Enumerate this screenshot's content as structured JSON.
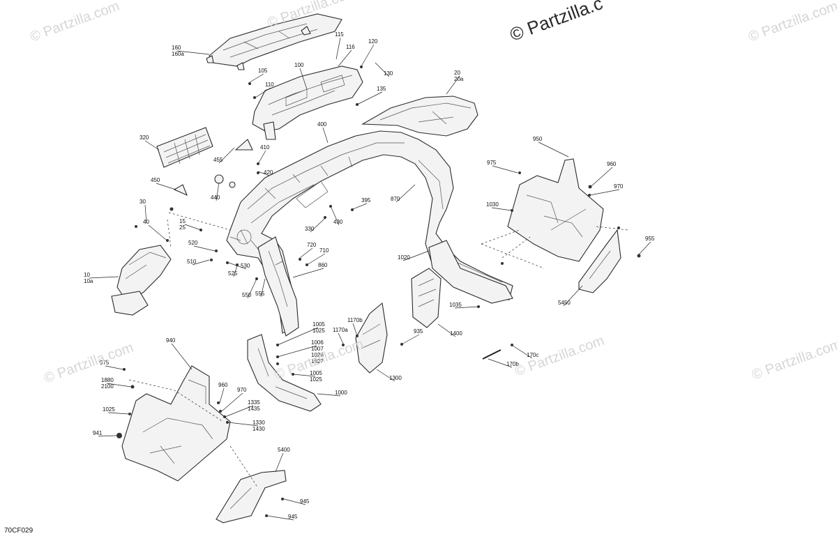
{
  "watermarks": {
    "brand": "© Partzilla.com",
    "top_right": "© Partzilla.c"
  },
  "diagram_code": "70CF029",
  "callouts": [
    {
      "id": "c160",
      "text": "160\n160a"
    },
    {
      "id": "c115",
      "text": "115"
    },
    {
      "id": "c116",
      "text": "116"
    },
    {
      "id": "c120",
      "text": "120"
    },
    {
      "id": "c130",
      "text": "130"
    },
    {
      "id": "c105",
      "text": "105"
    },
    {
      "id": "c100",
      "text": "100"
    },
    {
      "id": "c110",
      "text": "110"
    },
    {
      "id": "c135",
      "text": "135"
    },
    {
      "id": "c20",
      "text": "20\n20a"
    },
    {
      "id": "c400",
      "text": "400"
    },
    {
      "id": "c320",
      "text": "320"
    },
    {
      "id": "c455",
      "text": "455"
    },
    {
      "id": "c410",
      "text": "410"
    },
    {
      "id": "c420",
      "text": "420"
    },
    {
      "id": "c450",
      "text": "450"
    },
    {
      "id": "c440",
      "text": "440"
    },
    {
      "id": "c950",
      "text": "950"
    },
    {
      "id": "c975a",
      "text": "975"
    },
    {
      "id": "c960a",
      "text": "960"
    },
    {
      "id": "c970a",
      "text": "970"
    },
    {
      "id": "c1030",
      "text": "1030"
    },
    {
      "id": "c870",
      "text": "870"
    },
    {
      "id": "c395",
      "text": "395"
    },
    {
      "id": "c430",
      "text": "430"
    },
    {
      "id": "c330",
      "text": "330"
    },
    {
      "id": "c30",
      "text": "30"
    },
    {
      "id": "c40",
      "text": "40"
    },
    {
      "id": "c15",
      "text": "15\n25"
    },
    {
      "id": "c520",
      "text": "520"
    },
    {
      "id": "c510",
      "text": "510"
    },
    {
      "id": "c530",
      "text": "530"
    },
    {
      "id": "c525",
      "text": "525"
    },
    {
      "id": "c720",
      "text": "720"
    },
    {
      "id": "c710",
      "text": "710"
    },
    {
      "id": "c860",
      "text": "860"
    },
    {
      "id": "c10",
      "text": "10\n10a"
    },
    {
      "id": "c550",
      "text": "550"
    },
    {
      "id": "c555",
      "text": "555"
    },
    {
      "id": "c955",
      "text": "955"
    },
    {
      "id": "c1020",
      "text": "1020"
    },
    {
      "id": "c5450",
      "text": "5450"
    },
    {
      "id": "c1035",
      "text": "1035"
    },
    {
      "id": "c1005a",
      "text": "1005\n1025"
    },
    {
      "id": "c1170b",
      "text": "1170b"
    },
    {
      "id": "c1170a",
      "text": "1170a"
    },
    {
      "id": "c1006",
      "text": "1006\n1007\n1026\n1027"
    },
    {
      "id": "c935",
      "text": "935"
    },
    {
      "id": "c1400",
      "text": "1400"
    },
    {
      "id": "c940",
      "text": "940"
    },
    {
      "id": "c170c",
      "text": "170c"
    },
    {
      "id": "c170b",
      "text": "170b"
    },
    {
      "id": "c975b",
      "text": "975"
    },
    {
      "id": "c1300",
      "text": "1300"
    },
    {
      "id": "c1005b",
      "text": "1005\n1025"
    },
    {
      "id": "c1880",
      "text": "1880\n2100"
    },
    {
      "id": "c960b",
      "text": "960"
    },
    {
      "id": "c970b",
      "text": "970"
    },
    {
      "id": "c1000",
      "text": "1000"
    },
    {
      "id": "c1335",
      "text": "1335\n1435"
    },
    {
      "id": "c1025",
      "text": "1025"
    },
    {
      "id": "c1330",
      "text": "1330\n1430"
    },
    {
      "id": "c941",
      "text": "941"
    },
    {
      "id": "c5400",
      "text": "5400"
    },
    {
      "id": "c945a",
      "text": "945"
    },
    {
      "id": "c945b",
      "text": "945"
    }
  ]
}
